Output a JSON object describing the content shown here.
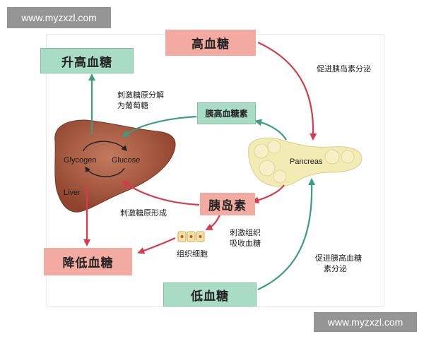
{
  "watermark": {
    "top": "www.myzxzl.com",
    "bottom": "www.myzxzl.com"
  },
  "nodes": {
    "high_glucose": "高血糖",
    "raise_glucose": "升高血糖",
    "glucagon": "胰高血糖素",
    "insulin": "胰岛素",
    "lower_glucose": "降低血糖",
    "low_glucose": "低血糖"
  },
  "organs": {
    "liver": "Liver",
    "glycogen": "Glycogen",
    "glucose": "Glucose",
    "pancreas": "Pancreas",
    "tissue_cells": "组织细胞"
  },
  "annotations": {
    "promote_insulin": "促进胰岛素分泌",
    "glycogenolysis_line1": "刺激糖原分解",
    "glycogenolysis_line2": "为葡萄糖",
    "glycogenesis": "刺激糖原形成",
    "tissue_uptake_line1": "刺激组织",
    "tissue_uptake_line2": "吸收血糖",
    "promote_glucagon_line1": "促进胰高血糖",
    "promote_glucagon_line2": "素分泌"
  },
  "colors": {
    "red_box": "#f3aba1",
    "green_box": "#a9dcc4",
    "red_arrow": "#d9394b",
    "green_arrow": "#3a9e7c",
    "liver": "#a4543a",
    "pancreas": "#f3ebb4"
  }
}
